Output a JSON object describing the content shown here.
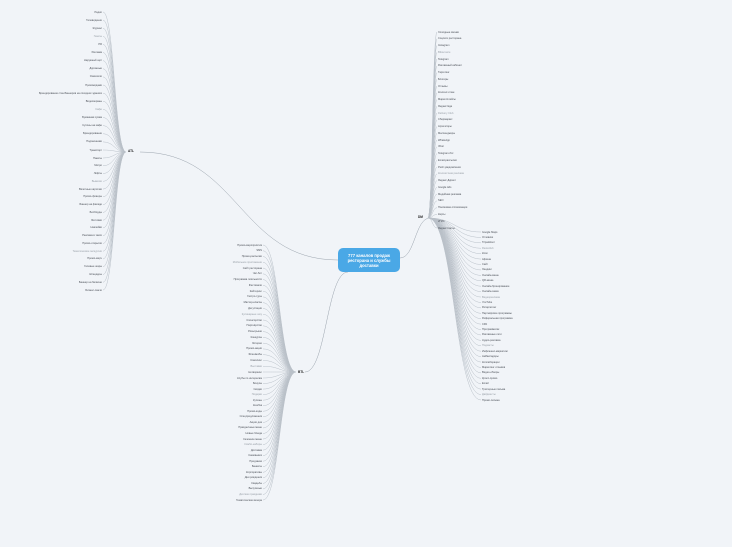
{
  "center": "777 каналов продаж ресторана и службы доставки",
  "branches": {
    "atl": "ATL",
    "btl": "BTL",
    "dm": "DM"
  },
  "atl": [
    "Радио",
    "Телевидение",
    "Журнал",
    "Газеты",
    "PR",
    "Реклама",
    "Наружный щит",
    "Дорожные",
    "Указатели",
    "Промокодами",
    "Брендирование стен/баннеров на соседних зданиях",
    "Видеоэкраны",
    "Кафе",
    "Бумажная сумка",
    "Купоны на кафе",
    "Брендирование",
    "Подоконники",
    "Транспорт",
    "Пакеты",
    "Метро",
    "Лифты",
    "Вывески",
    "Визитные карточки",
    "Промо-флаеры",
    "Баннер на фасаде",
    "Билборды",
    "Листовки",
    "Наклейки",
    "Реклама в такси",
    "Промо-открытки",
    "Тематические экскурсии",
    "Промо-мерч",
    "Гелевые шары",
    "Штендеры",
    "Баннер на балконе",
    "Бизнес-ланчи"
  ],
  "btl": [
    "Промо-мероприятия",
    "SMS",
    "Промо-рассылки",
    "Мобильное приложение",
    "Сайт ресторана",
    "Чат-бот",
    "Программа лояльности",
    "Фестивали",
    "Кейтеринг",
    "Гастро-туры",
    "Мастер-классы",
    "Дегустации",
    "Кулинарные шоу",
    "Спонсорство",
    "Партнёрство",
    "Розыгрыши",
    "Конкурсы",
    "Лотереи",
    "Промо-акции",
    "Флешмобы",
    "Сэмплинг",
    "Выставки",
    "Нетворкинг",
    "Клубы по интересам",
    "Бонусы",
    "Скидки",
    "Подарки",
    "Купоны",
    "Кешбэк",
    "Промо-коды",
    "Спецпредложения",
    "Акции дня",
    "Праздничные меню",
    "Новые блюда",
    "Сезонное меню",
    "Комбо-наборы",
    "Доставка",
    "Самовывоз",
    "Предзаказ",
    "Банкеты",
    "Корпоративы",
    "Дни рождения",
    "Свадьбы",
    "Выпускные",
    "Детские праздники",
    "Тематические вечера"
  ],
  "dm": [
    "Холодные звонки",
    "Соцсети ресторана",
    "Instagram",
    "ВКонтакте",
    "Telegram",
    "Рекламный кабинет",
    "Таргетинг",
    "Блогеры",
    "Отзывы",
    "Контент-план",
    "Маркетплейсы",
    "Яндекс Еда",
    "Delivery Club",
    "Сбермаркет",
    "Агрегаторы",
    "Мессенджеры",
    "WhatsApp",
    "Viber",
    "Telegram-бот",
    "Email-рассылки",
    "Push-уведомления",
    "Контекстная реклама",
    "Яндекс Директ",
    "Google Ads",
    "Медийная реклама",
    "SEO",
    "Поисковая оптимизация",
    "Карты",
    "2ГИС",
    "Яндекс Карты",
    "Google Maps",
    "Отзовики",
    "Tripadvisor",
    "Restoclub",
    "Zoon",
    "Афиша",
    "Сайт",
    "Лендинг",
    "Онлайн-меню",
    "QR-меню",
    "Онлайн-бронирование",
    "Онлайн-заказ",
    "Видеореклама",
    "YouTube",
    "Ретаргетинг",
    "Партнёрские программы",
    "Реферальная программа",
    "CPA",
    "Программатик",
    "Рекламные сети",
    "Аудио-реклама",
    "Подкасты",
    "Инфлюенс-маркетинг",
    "Амбассадоры",
    "Коллаборации",
    "Маркетинг отзывов",
    "Видео-обзоры",
    "Кросс-промо",
    "Email",
    "Триггерные письма",
    "Дайджесты",
    "Промо-письма"
  ]
}
